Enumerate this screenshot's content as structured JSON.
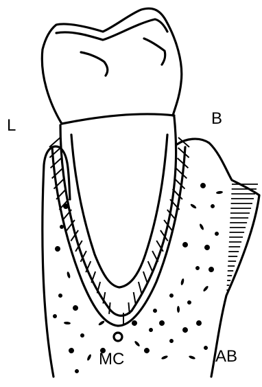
{
  "figure": {
    "labels": {
      "lingual": "L",
      "buccal": "B",
      "mandibular_canal": "MC",
      "alveolar_bone": "AB"
    }
  },
  "colors": {
    "ink": "#000000",
    "paper": "#ffffff"
  }
}
